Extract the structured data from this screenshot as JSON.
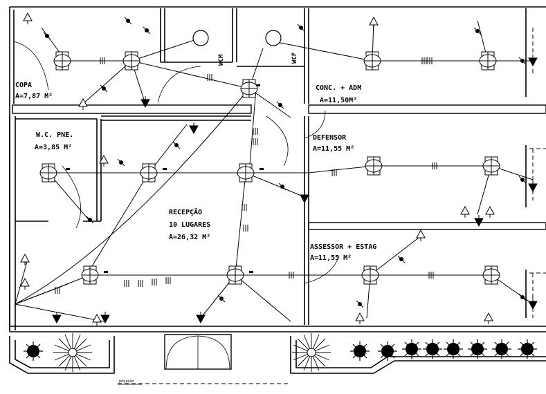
{
  "rooms": {
    "copa": {
      "name": "COPA",
      "area": "A=7,87 M²"
    },
    "wc_pne": {
      "name": "W.C. PNE.",
      "area": "A=3,85 M²"
    },
    "conc_adm": {
      "name": "CONC. + ADM",
      "area": "A=11,50M²"
    },
    "defensor": {
      "name": "DEFENSOR",
      "area": "A=11,55 M²"
    },
    "recepcao": {
      "name": "RECEPÇÃO",
      "capacity": "10 LUGARES",
      "area": "A=26,32 M²"
    },
    "assessor": {
      "name": "ASSESSOR + ESTAG",
      "area": "A=11,55 M²"
    }
  },
  "wc_labels": [
    "WCM",
    "WCF"
  ],
  "footer": {
    "projection_label": "projeção"
  },
  "symbols": {
    "ceiling_light": "luminaria-icon",
    "outlet": "tomada-icon",
    "switch": "interruptor-icon",
    "plant": "plant-icon"
  }
}
